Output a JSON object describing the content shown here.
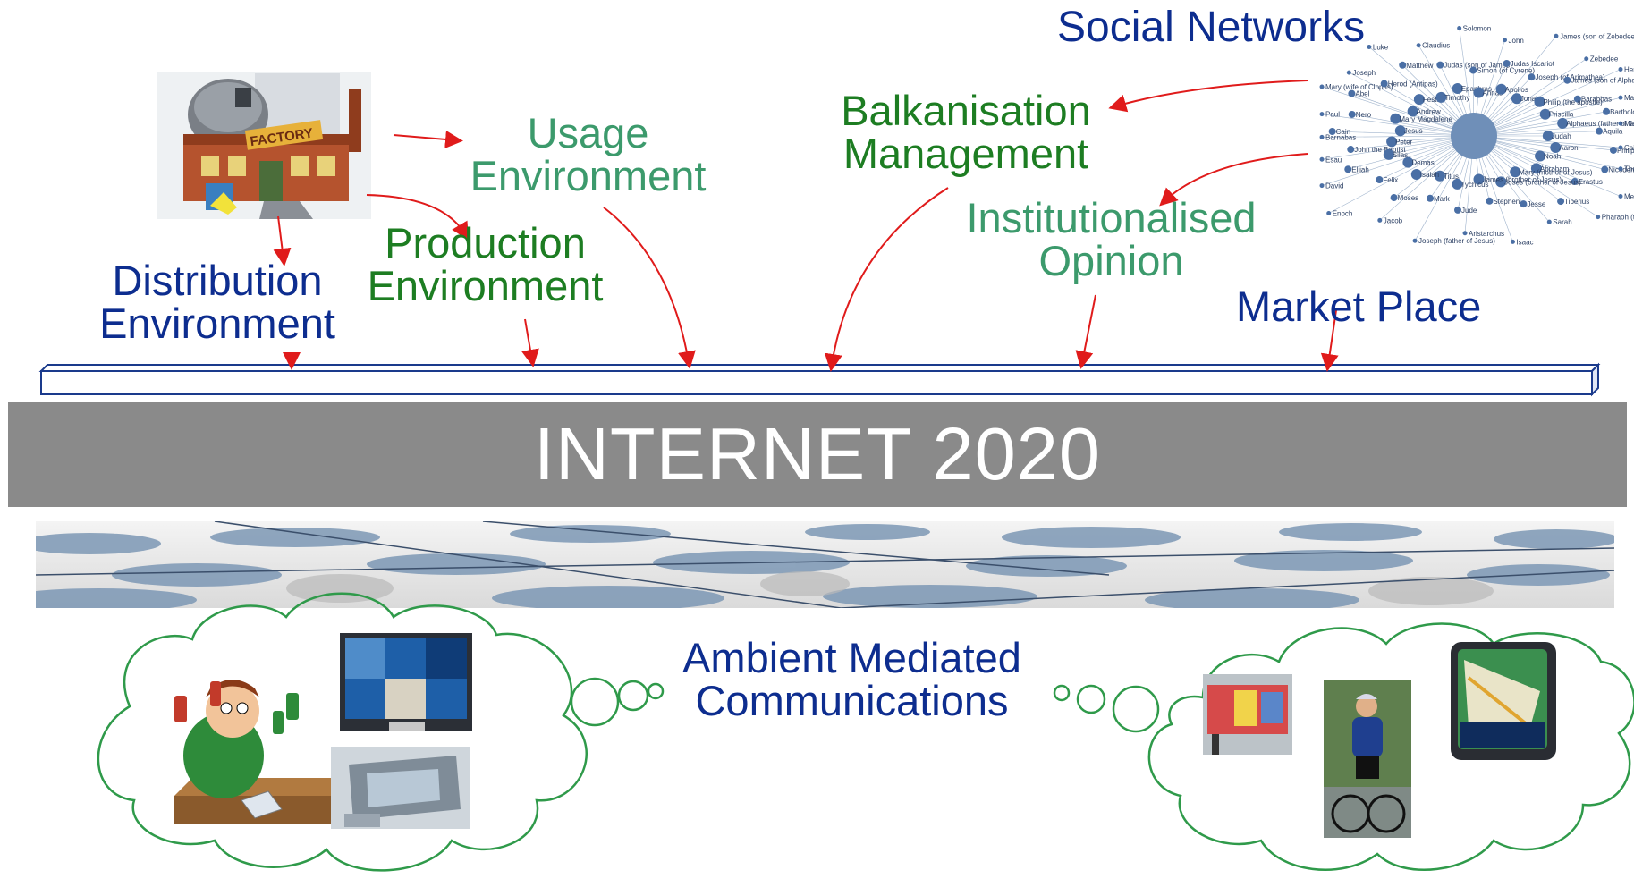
{
  "labels": {
    "social_networks": "Social Networks",
    "distribution": [
      "Distribution",
      "Environment"
    ],
    "usage": [
      "Usage",
      "Environment"
    ],
    "production": [
      "Production",
      "Environment"
    ],
    "balkanisation": [
      "Balkanisation",
      "Management"
    ],
    "institutionalised": [
      "Institutionalised",
      "Opinion"
    ],
    "market_place": "Market Place",
    "ambient": [
      "Ambient Mediated",
      "Communications"
    ]
  },
  "banner": {
    "title": "INTERNET 2020"
  },
  "factory_sign": "FACTORY",
  "social_graph_names": [
    "Judah",
    "Nicodemus",
    "Pharaoh (time of Moses)",
    "Aaron",
    "Erastus",
    "Sarah",
    "Noah",
    "Tiberius",
    "Isaac",
    "Abraham",
    "Jesse",
    "Aristarchus",
    "Mary (mother of Jesus)",
    "Stephen",
    "Joseph (father of Jesus)",
    "Joses (brother of Jesus)",
    "Jude",
    "Jacob",
    "James (brother of Jesus)",
    "Mark",
    "Enoch",
    "Tychicus",
    "Moses",
    "David",
    "Titus",
    "Felix",
    "Esau",
    "Isaiah",
    "Elijah",
    "Barnabas",
    "Demas",
    "John the Baptist",
    "Paul",
    "Silas",
    "Cain",
    "Mary (wife of Clopas)",
    "Peter",
    "Nero",
    "Joseph",
    "Jesus",
    "Abel",
    "Luke",
    "Mary Magdalene",
    "Herod (Antipas)",
    "Claudius",
    "Andrew",
    "Matthew",
    "Solomon",
    "Festus",
    "Judas (son of James)",
    "John",
    "Timothy",
    "Simon (of Cyrene)",
    "James (son of Zebedee)",
    "Epaphras",
    "Judas Iscariot",
    "Zebedee",
    "Annas",
    "Joseph (of Arimathea)",
    "Herodias",
    "Apollos",
    "James (son of Alphaeus)",
    "Martha",
    "Jonah",
    "Barabbas",
    "Mary (of Bethany)",
    "Philip (the apostle)",
    "Bartholomew",
    "Caiaphas",
    "Priscilla",
    "Aquila",
    "Thomas",
    "Alphaeus (father of James)",
    "Philip (the evangelist)",
    "Melchizedek"
  ],
  "colors": {
    "blue_label": "#0d2d8f",
    "green_label": "#1d7d22",
    "light_green_label": "#3c9a6c",
    "arrow": "#e01b1b",
    "cloud": "#2f9a4a",
    "banner": "#8a8a8a",
    "node": "#4a6fa5"
  }
}
